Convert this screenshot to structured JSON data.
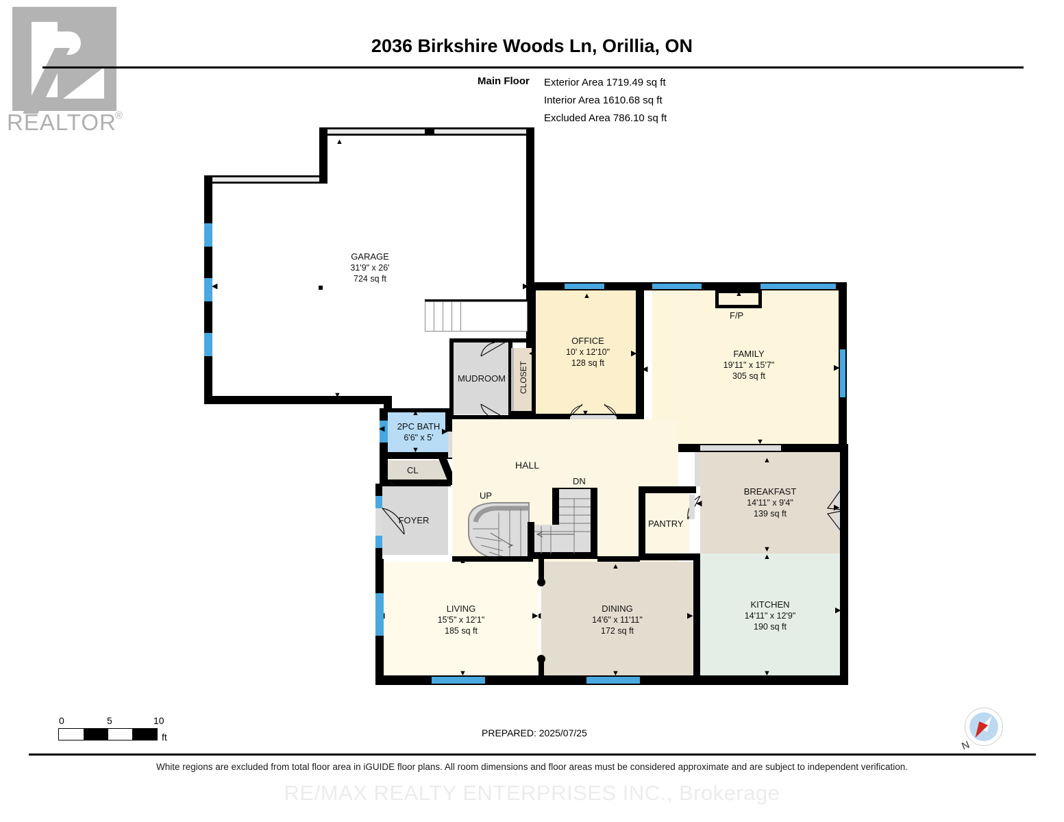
{
  "logo": {
    "name": "REALTOR",
    "reg": "®"
  },
  "header": {
    "title": "2036 Birkshire Woods Ln, Orillia, ON",
    "floor_label": "Main Floor",
    "exterior_area": "Exterior Area 1719.49 sq ft",
    "interior_area": "Interior Area 1610.68 sq ft",
    "excluded_area": "Excluded Area 786.10 sq ft"
  },
  "rooms": [
    {
      "name": "GARAGE",
      "dim": "31'9\" x 26'",
      "area": "724 sq ft"
    },
    {
      "name": "OFFICE",
      "dim": "10' x 12'10\"",
      "area": "128 sq ft"
    },
    {
      "name": "FAMILY",
      "dim": "19'11\" x 15'7\"",
      "area": "305 sq ft"
    },
    {
      "name": "BREAKFAST",
      "dim": "14'11\" x 9'4\"",
      "area": "139 sq ft"
    },
    {
      "name": "KITCHEN",
      "dim": "14'11\" x 12'9\"",
      "area": "190 sq ft"
    },
    {
      "name": "DINING",
      "dim": "14'6\" x 11'11\"",
      "area": "172 sq ft"
    },
    {
      "name": "LIVING",
      "dim": "15'5\" x 12'1\"",
      "area": "185 sq ft"
    },
    {
      "name": "2PC BATH",
      "dim": "6'6\" x 5'",
      "area": ""
    }
  ],
  "labels": {
    "mudroom": "MUDROOM",
    "closet": "CLOSET",
    "hall": "HALL",
    "foyer": "FOYER",
    "cl": "CL",
    "pantry": "PANTRY",
    "fireplace": "F/P",
    "stairs_up": "UP",
    "stairs_down": "DN"
  },
  "scale": {
    "zero": "0",
    "five": "5",
    "ten": "10",
    "unit": "ft"
  },
  "footer": {
    "prepared": "PREPARED: 2025/07/25",
    "compass_north": "N",
    "disclaimer": "White regions are excluded from total floor area in iGUIDE floor plans. All room dimensions and floor areas must be considered approximate and are subject to independent verification.",
    "watermark": "RE/MAX REALTY ENTERPRISES INC., Brokerage"
  },
  "colors": {
    "wall": "#000000",
    "window": "#4aa8e0",
    "office": "#fcefcb",
    "family": "#fdf5dc",
    "living": "#fffaea",
    "hall": "#fdf6e3",
    "dining": "#e4dccf",
    "breakfast": "#e4dccf",
    "kitchen": "#e4eee7",
    "bath": "#b8dcf5",
    "foyer": "#d9d9d9",
    "mudroom": "#d9d9d9",
    "closet": "#e8ddcb",
    "garage": "#ffffff"
  }
}
